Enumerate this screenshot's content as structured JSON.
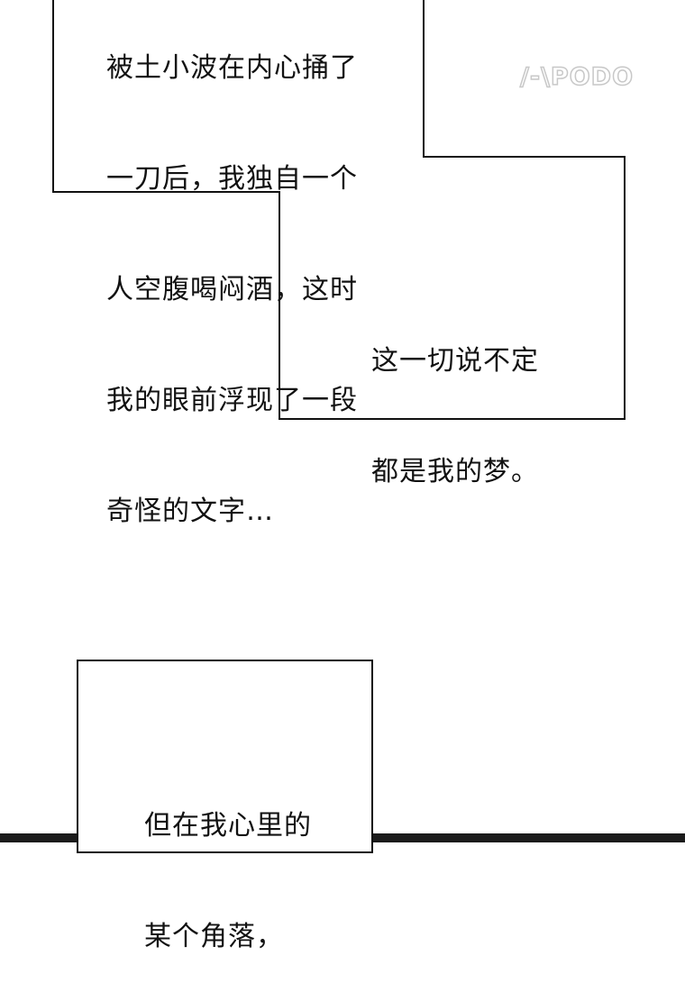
{
  "watermark": {
    "text": "/-\\PODO",
    "color": "#c8c8c8"
  },
  "caption_1": {
    "lines": [
      "被土小波在内心捅了",
      "一刀后，我独自一个",
      "人空腹喝闷酒，这时",
      "我的眼前浮现了一段",
      "奇怪的文字…"
    ]
  },
  "caption_2": {
    "lines": [
      "这一切说不定",
      "都是我的梦。"
    ]
  },
  "caption_3": {
    "lines": [
      "但在我心里的",
      "某个角落，"
    ]
  },
  "colors": {
    "background": "#ffffff",
    "border": "#111111",
    "text": "#111111",
    "bottom_strip": "#1b1b1b"
  }
}
